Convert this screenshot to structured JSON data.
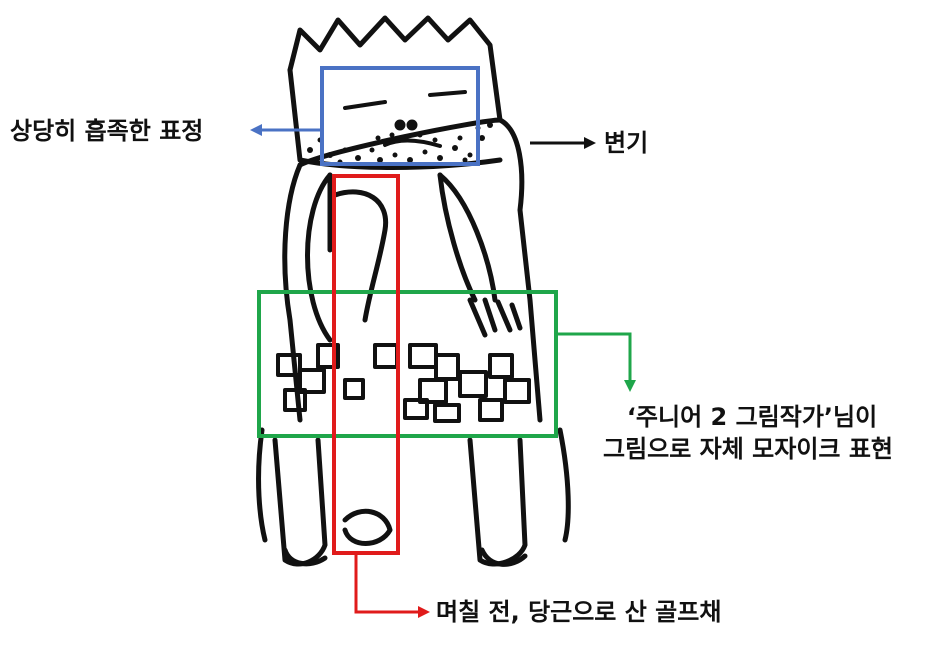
{
  "annotations": {
    "expression": "상당히 흡족한 표정",
    "toilet": "변기",
    "mosaic_line1": "‘주니어 2 그림작가’님이",
    "mosaic_line2": "그림으로 자체 모자이크 표현",
    "golf_club": "며칠 전, 당근으로 산 골프채"
  },
  "colors": {
    "face_box": "#4a72c4",
    "mosaic_box": "#1fa64a",
    "club_box": "#e01b1b",
    "ink": "#111111"
  }
}
